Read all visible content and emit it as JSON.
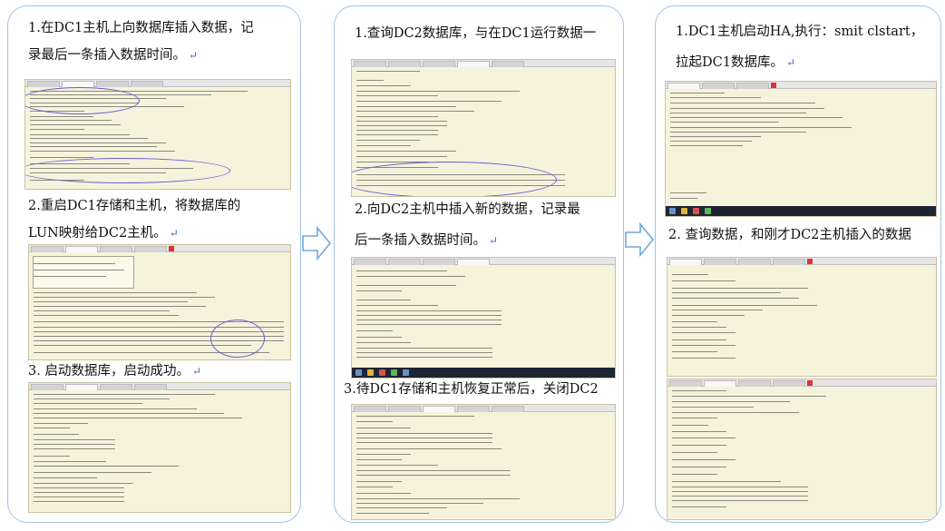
{
  "panels": [
    {
      "steps": [
        "1.在DC1主机上向数据库插入数据，记",
        "录最后一条插入数据时间。",
        "2.重启DC1存储和主机，将数据库的",
        "LUN映射给DC2主机。",
        "3. 启动数据库，启动成功。"
      ]
    },
    {
      "steps": [
        "1.查询DC2数据库，与在DC1运行数据一",
        "2.向DC2主机中插入新的数据，记录最",
        "后一条插入数据时间。",
        "3.待DC1存储和主机恢复正常后，关闭DC2"
      ]
    },
    {
      "steps": [
        "1.DC1主机启动HA,执行：smit clstart，",
        "拉起DC1数据库。",
        "2. 查询数据，和刚才DC2主机插入的数据"
      ]
    }
  ],
  "return_mark": "↵",
  "colors": {
    "panel_border": "#9fc3e6",
    "arrow_fill": "#ffffff",
    "arrow_stroke": "#6fa8dc",
    "terminal_bg": "#f6f3dc",
    "annotation_oval": "#6a5bd6"
  }
}
